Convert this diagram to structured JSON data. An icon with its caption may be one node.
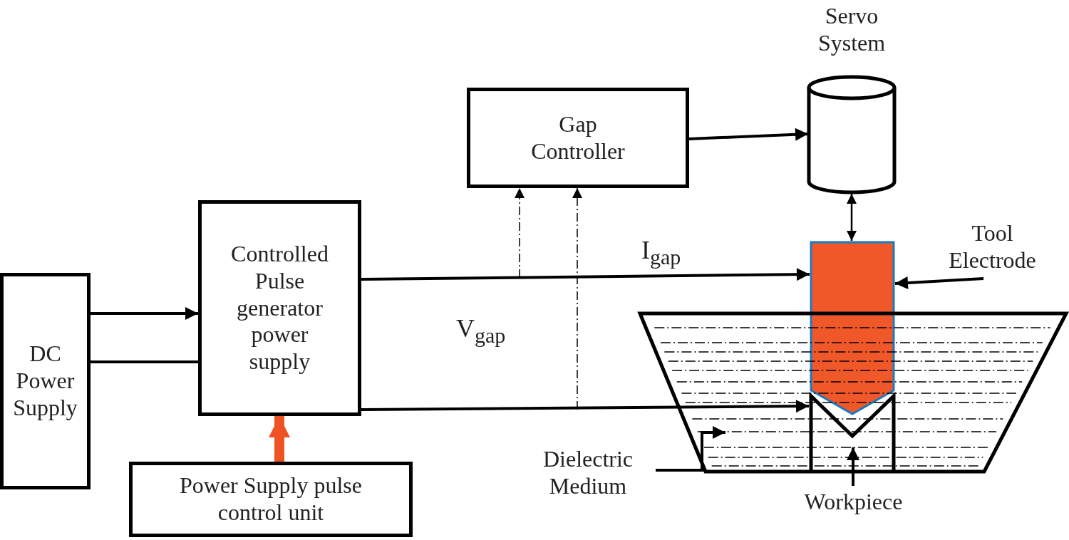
{
  "diagram": {
    "nodes": [
      {
        "text": [
          "DC Power Supply"
        ]
      },
      {
        "text": [
          "Controlled Pulse generator power supply"
        ]
      },
      {
        "text": [
          "Power Supply pulse control unit"
        ]
      },
      {
        "text": [
          "Gap Controller"
        ]
      },
      {
        "text": [
          "Servo System"
        ]
      },
      {
        "text": [],
        "shape": "pentagon"
      },
      {
        "text": [
          "Tool Electrode"
        ]
      },
      {
        "text": [],
        "shape": "trapezoid"
      },
      {
        "text": [],
        "shape": "block",
        "in": 7
      },
      {
        "text": [
          "Workpiece"
        ]
      },
      {
        "text": [
          "Dielectric Medium"
        ]
      }
    ],
    "edges": [
      {
        "from": 0,
        "to": 1,
        "arrow": "to"
      },
      {
        "from": 0,
        "to": 1,
        "arrow": "none"
      },
      {
        "from": 2,
        "to": 1,
        "arrow": "to",
        "style": "thick",
        "color": "#f05323"
      },
      {
        "from": 1,
        "to": 5,
        "arrow": "to",
        "label": "I$_{gap}$"
      },
      {
        "from": 1,
        "to": 8,
        "arrow": "to"
      },
      {
        "from": null,
        "to": 3,
        "arrow": "to",
        "style": "dashed"
      },
      {
        "from": null,
        "to": 3,
        "arrow": "to",
        "style": "dashed"
      },
      {
        "from": 3,
        "to": 4,
        "arrow": "to"
      },
      {
        "from": 4,
        "to": 5,
        "arrow": "both"
      },
      {
        "from": 6,
        "to": 5,
        "arrow": "to"
      },
      {
        "from": 10,
        "to": 7,
        "arrow": "to"
      },
      {
        "from": 9,
        "to": 8,
        "arrow": "to"
      }
    ],
    "labels": [
      "V$_{gap}$"
    ]
  }
}
